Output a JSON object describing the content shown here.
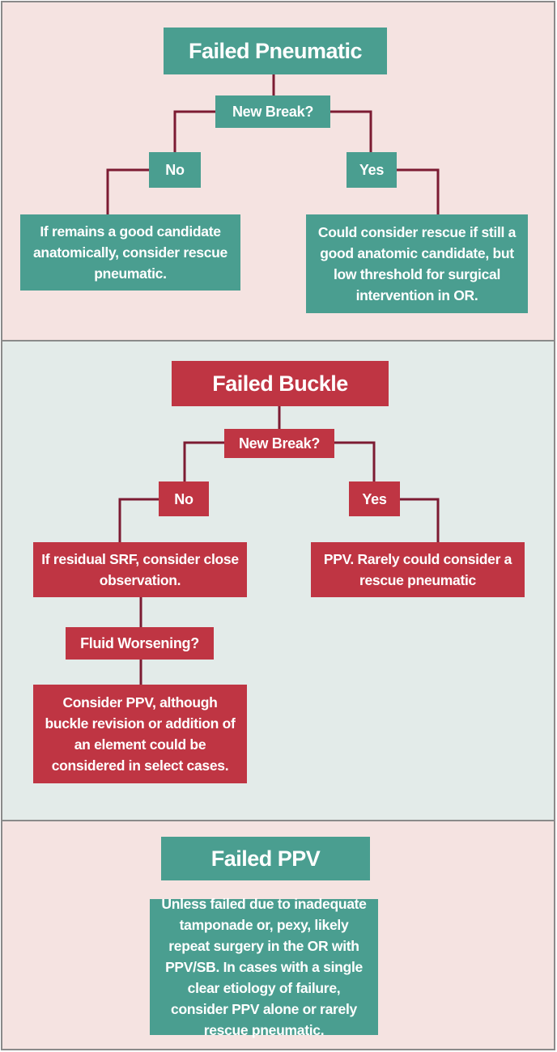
{
  "pneumatic": {
    "title": "Failed Pneumatic",
    "question": "New Break?",
    "no_label": "No",
    "yes_label": "Yes",
    "no_text": "If remains a good candidate anatomically, consider rescue pneumatic.",
    "yes_text": "Could consider rescue if still a good anatomic candidate, but low threshold for surgical intervention in OR."
  },
  "buckle": {
    "title": "Failed Buckle",
    "question": "New Break?",
    "no_label": "No",
    "yes_label": "Yes",
    "no_text": "If residual SRF, consider close observation.",
    "yes_text": "PPV. Rarely could consider a rescue pneumatic",
    "followup_question": "Fluid Worsening?",
    "followup_text": "Consider PPV, although buckle revision or addition of an element could be considered in select cases."
  },
  "ppv": {
    "title": "Failed PPV",
    "text": "Unless failed due to inadequate tamponade or, pexy, likely repeat surgery in the OR with PPV/SB. In cases with a single clear etiology of failure, consider PPV alone or rarely rescue pneumatic."
  },
  "colors": {
    "teal": "#4a9e90",
    "red": "#bf3543",
    "connector": "#7c1b32",
    "pink_bg": "#f5e3e1",
    "grey_bg": "#e3ebe9"
  }
}
